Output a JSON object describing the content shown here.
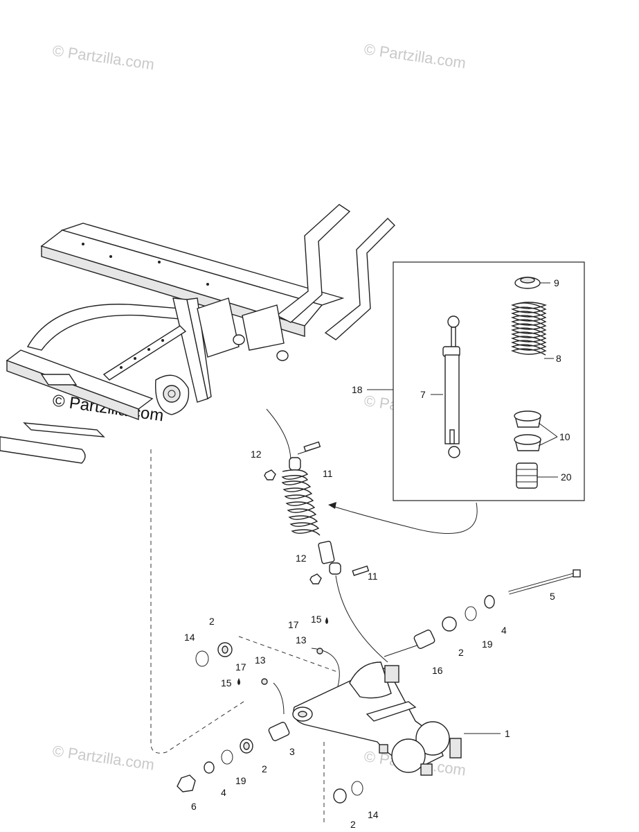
{
  "watermarks": [
    "© Partzilla.com",
    "© Partzilla.com",
    "© Partzilla.com",
    "© Partzilla.com",
    "© Partzilla.com",
    "© Partzilla.com"
  ],
  "callouts": {
    "p1": "1",
    "p2a": "2",
    "p2b": "2",
    "p2c": "2",
    "p2d": "2",
    "p3": "3",
    "p4a": "4",
    "p4b": "4",
    "p5": "5",
    "p6": "6",
    "p7": "7",
    "p8": "8",
    "p9": "9",
    "p10": "10",
    "p11a": "11",
    "p11b": "11",
    "p12a": "12",
    "p12b": "12",
    "p13a": "13",
    "p13b": "13",
    "p14a": "14",
    "p14b": "14",
    "p15a": "15",
    "p15b": "15",
    "p16": "16",
    "p17a": "17",
    "p17b": "17",
    "p18": "18",
    "p19a": "19",
    "p19b": "19",
    "p20": "20"
  },
  "colors": {
    "line": "#222222",
    "watermark": "#c9c9c9",
    "background": "#ffffff"
  }
}
